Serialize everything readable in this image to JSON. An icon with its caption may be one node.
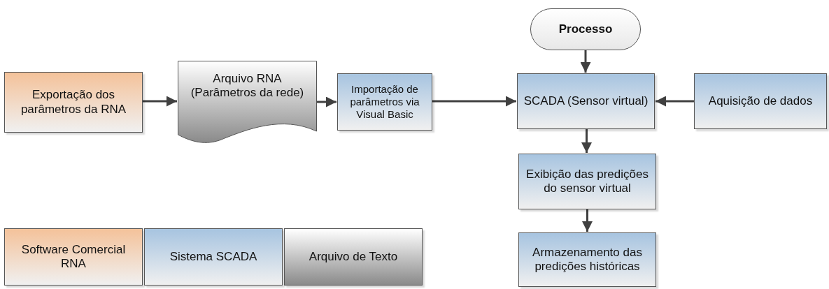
{
  "diagram": {
    "nodes": [
      {
        "text": [
          "Exportação dos parâmetros da RNA"
        ]
      },
      {
        "text": [
          "Arquivo RNA (Parâmetros da rede)"
        ]
      },
      {
        "text": [
          "Importação de parâmetros via Visual Basic"
        ]
      },
      {
        "text": [
          "Processo"
        ]
      },
      {
        "text": [
          "SCADA (Sensor virtual)"
        ]
      },
      {
        "text": [
          "Aquisição de dados"
        ]
      },
      {
        "text": [
          "Exibição das predições do sensor virtual"
        ]
      },
      {
        "text": [
          "Armazenamento das predições históricas"
        ]
      }
    ],
    "edges": [
      {
        "from": 0,
        "to": 1,
        "arrow": "to"
      },
      {
        "from": 1,
        "to": 2,
        "arrow": "to"
      },
      {
        "from": 2,
        "to": 4,
        "arrow": "to"
      },
      {
        "from": 3,
        "to": 4,
        "arrow": "to"
      },
      {
        "from": 5,
        "to": 4,
        "arrow": "to"
      },
      {
        "from": 4,
        "to": 6,
        "arrow": "to"
      },
      {
        "from": 6,
        "to": 7,
        "arrow": "to"
      }
    ],
    "legend": [
      {
        "text": "Software Comercial RNA",
        "color": "#f4c29a"
      },
      {
        "text": "Sistema SCADA",
        "color": "#a7c4e0"
      },
      {
        "text": "Arquivo de Texto",
        "color": "#8a8a8a"
      }
    ]
  }
}
